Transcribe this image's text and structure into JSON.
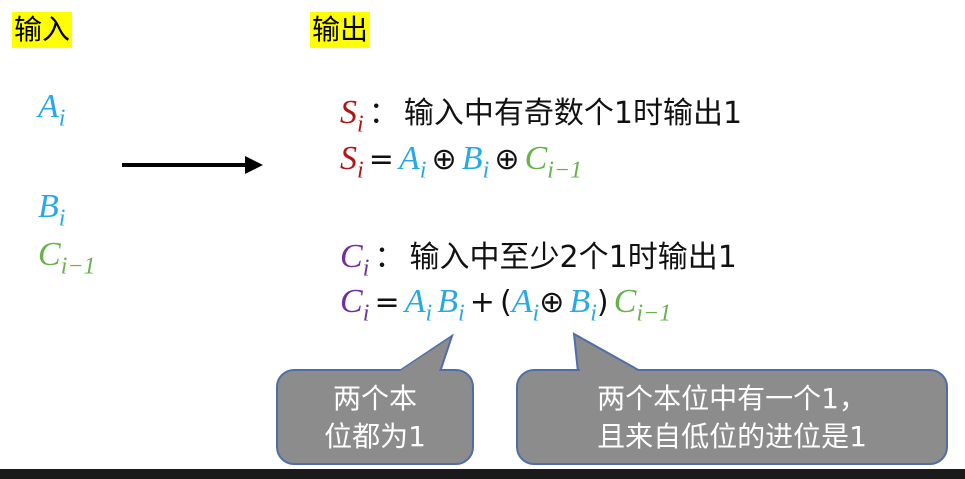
{
  "headers": {
    "input": "输入",
    "output": "输出"
  },
  "inputs": {
    "a": {
      "var": "A",
      "sub": "i"
    },
    "b": {
      "var": "B",
      "sub": "i"
    },
    "c": {
      "var": "C",
      "sub": "i−1"
    }
  },
  "sum": {
    "var": "S",
    "sub": "i",
    "colon": "：",
    "desc": "输入中有奇数个1时输出1",
    "eq": "=",
    "xor": "⊕",
    "a": "A",
    "a_sub": "i",
    "b": "B",
    "b_sub": "i",
    "c": "C",
    "c_sub": "i−1"
  },
  "carry": {
    "var": "C",
    "sub": "i",
    "colon": "：",
    "desc": "输入中至少2个1时输出1",
    "eq": "=",
    "plus": "+",
    "lparen": "(",
    "rparen": ")",
    "xor": "⊕",
    "a": "A",
    "a_sub": "i",
    "b": "B",
    "b_sub": "i",
    "a2": "A",
    "a2_sub": "i",
    "b2": "B",
    "b2_sub": "i",
    "c": "C",
    "c_sub": "i−1"
  },
  "callouts": {
    "left": {
      "line1": "两个本",
      "line2": "位都为1"
    },
    "right": {
      "line1": "两个本位中有一个1，",
      "line2": "且来自低位的进位是1"
    }
  },
  "colors": {
    "highlight": "#ffff00",
    "input_blue": "#29a8e6",
    "carry_green": "#66b34a",
    "sum_red": "#b01818",
    "carry_purple": "#7030a0",
    "callout_gray": "#8c8c8c"
  }
}
